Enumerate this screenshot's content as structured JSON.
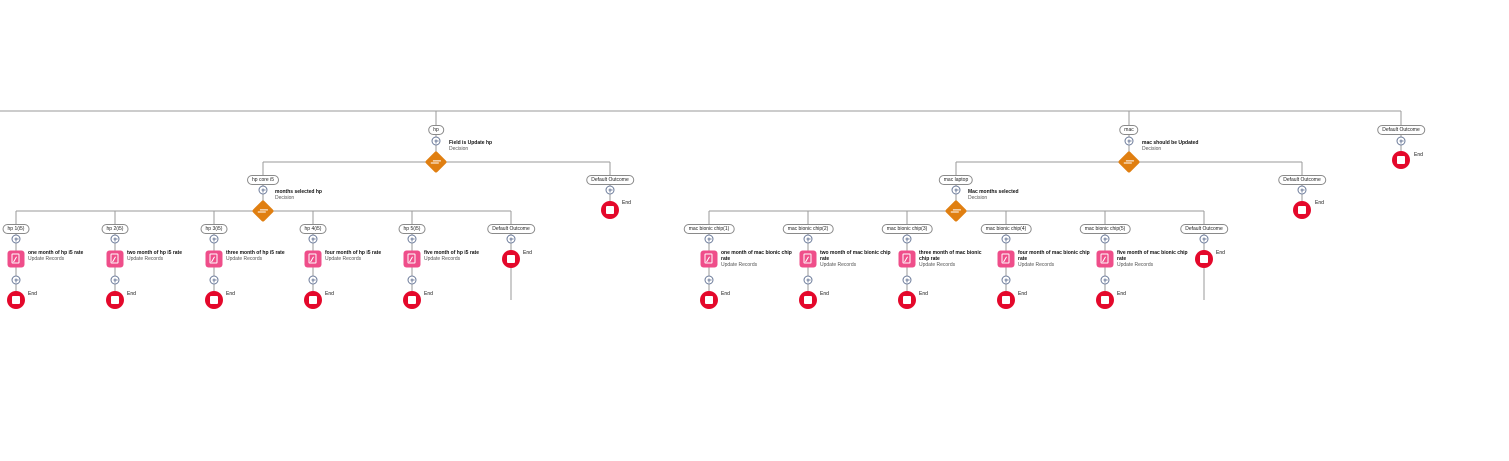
{
  "flow": {
    "decisions": [
      {
        "label": "Field is Update hp",
        "type": "Decision"
      },
      {
        "label": "months selected hp",
        "type": "Decision"
      },
      {
        "label": "mac should be Updated",
        "type": "Decision"
      },
      {
        "label": "Mac months selected",
        "type": "Decision"
      }
    ],
    "outcomes": {
      "hp": "hp",
      "mac": "mac",
      "default_top": "Default Outcome",
      "hp_core": "hp core i5",
      "hp_default": "Default Outcome",
      "mac_laptop": "mac laptop",
      "mac_default": "Default Outcome",
      "hp_options": [
        "hp 1(i5)",
        "hp 2(i5)",
        "hp 3(i5)",
        "hp 4(i5)",
        "hp 5(i5)",
        "Default Outcome"
      ],
      "mac_options": [
        "mac bionic chip(1)",
        "mac bionic chip(2)",
        "mac bionic chip(3)",
        "mac bionic chip(4)",
        "mac bionic chip(5)",
        "Default Outcome"
      ]
    },
    "hp_updates": [
      {
        "label": "one month of hp i5 rate",
        "type": "Update Records"
      },
      {
        "label": "two month of hp i5 rate",
        "type": "Update Records"
      },
      {
        "label": "three month of hp i5 rate",
        "type": "Update Records"
      },
      {
        "label": "four month of hp i5 rate",
        "type": "Update Records"
      },
      {
        "label": "five month of hp i5 rate",
        "type": "Update Records"
      }
    ],
    "mac_updates": [
      {
        "label": "one month of mac bionic chip rate",
        "type": "Update Records"
      },
      {
        "label": "two month of mac bionic chip rate",
        "type": "Update Records"
      },
      {
        "label": "three month of mac bionic chip rate",
        "type": "Update Records"
      },
      {
        "label": "four month of mac bionic chip rate",
        "type": "Update Records"
      },
      {
        "label": "five month of mac bionic chip rate",
        "type": "Update Records"
      }
    ],
    "end_label": "End"
  },
  "colors": {
    "decision": "#e07f11",
    "update": "#ef4e8a",
    "end": "#e4082b",
    "connector": "#9a9a9a"
  },
  "icons": {
    "decision": "decision-icon",
    "update": "update-records-icon",
    "end": "end-icon",
    "add": "add-element-icon"
  }
}
